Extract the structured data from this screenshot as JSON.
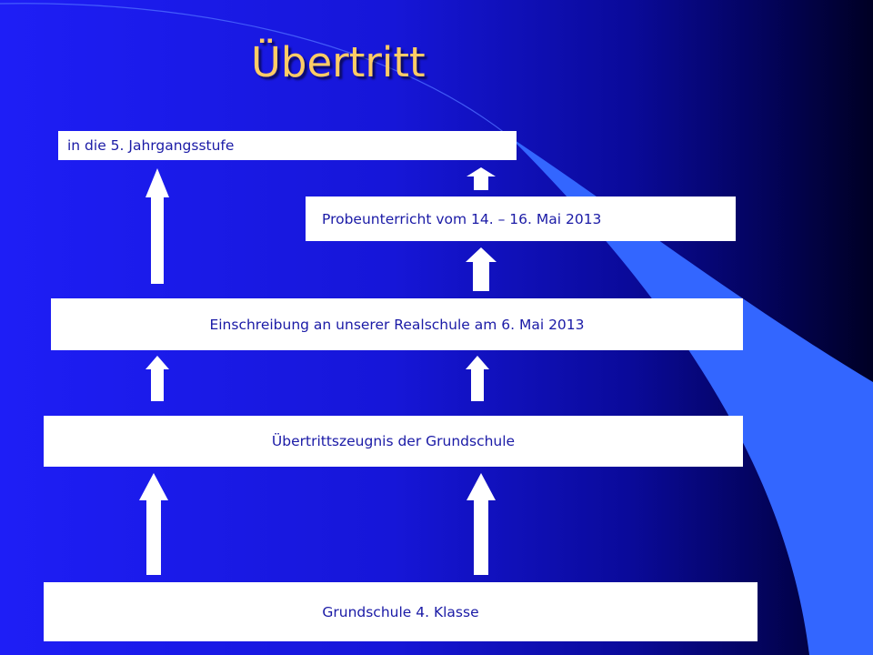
{
  "slide": {
    "title": "Übertritt",
    "steps": {
      "jahrgangsstufe": "in die 5. Jahrgangsstufe",
      "probeunterricht": "Probeunterricht vom 14. – 16. Mai 2013",
      "einschreibung": "Einschreibung an unserer Realschule am 6. Mai 2013",
      "zeugnis": "Übertrittszeugnis der Grundschule",
      "grundschule": "Grundschule 4. Klasse"
    }
  },
  "colors": {
    "background_main": "#1c1cf2",
    "background_dark": "#000033",
    "swoosh": "#3366ff",
    "title": "#ffcc66",
    "box_text": "#1a1aa6",
    "arrow": "#ffffff"
  },
  "icons": [
    "arrow-up-icon"
  ]
}
